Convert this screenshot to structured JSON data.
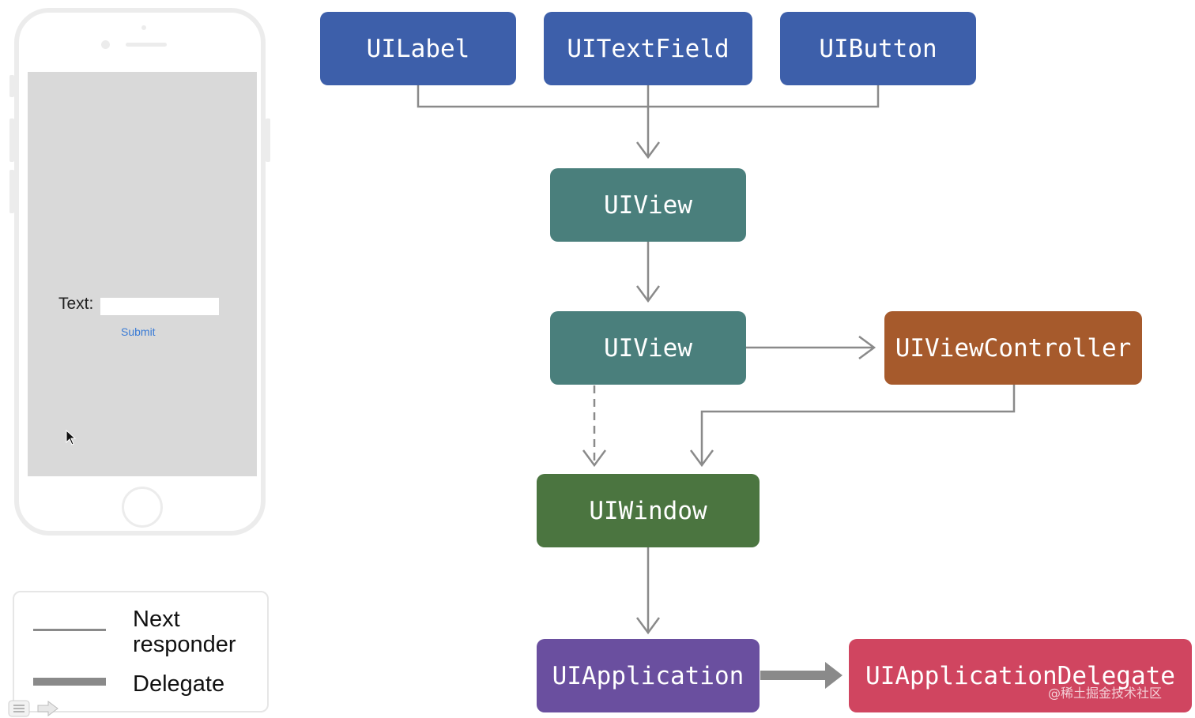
{
  "phone": {
    "text_label": "Text:",
    "text_value": "",
    "submit_label": "Submit"
  },
  "legend": {
    "next_responder_line1": "Next",
    "next_responder_line2": "responder",
    "delegate": "Delegate"
  },
  "nodes": {
    "uilabel": "UILabel",
    "uitextfield": "UITextField",
    "uibutton": "UIButton",
    "uiview_top": "UIView",
    "uiview_bottom": "UIView",
    "uiviewcontroller": "UIViewController",
    "uiwindow": "UIWindow",
    "uiapplication": "UIApplication",
    "uiapplicationdelegate": "UIApplicationDelegate"
  },
  "colors": {
    "control": "#3d5faa",
    "view": "#4a7f7c",
    "controller": "#a65a2c",
    "window": "#4b7540",
    "application": "#6a4f9f",
    "delegate": "#d04560",
    "arrow": "#8a8a8a"
  },
  "watermark": "@稀土掘金技术社区"
}
